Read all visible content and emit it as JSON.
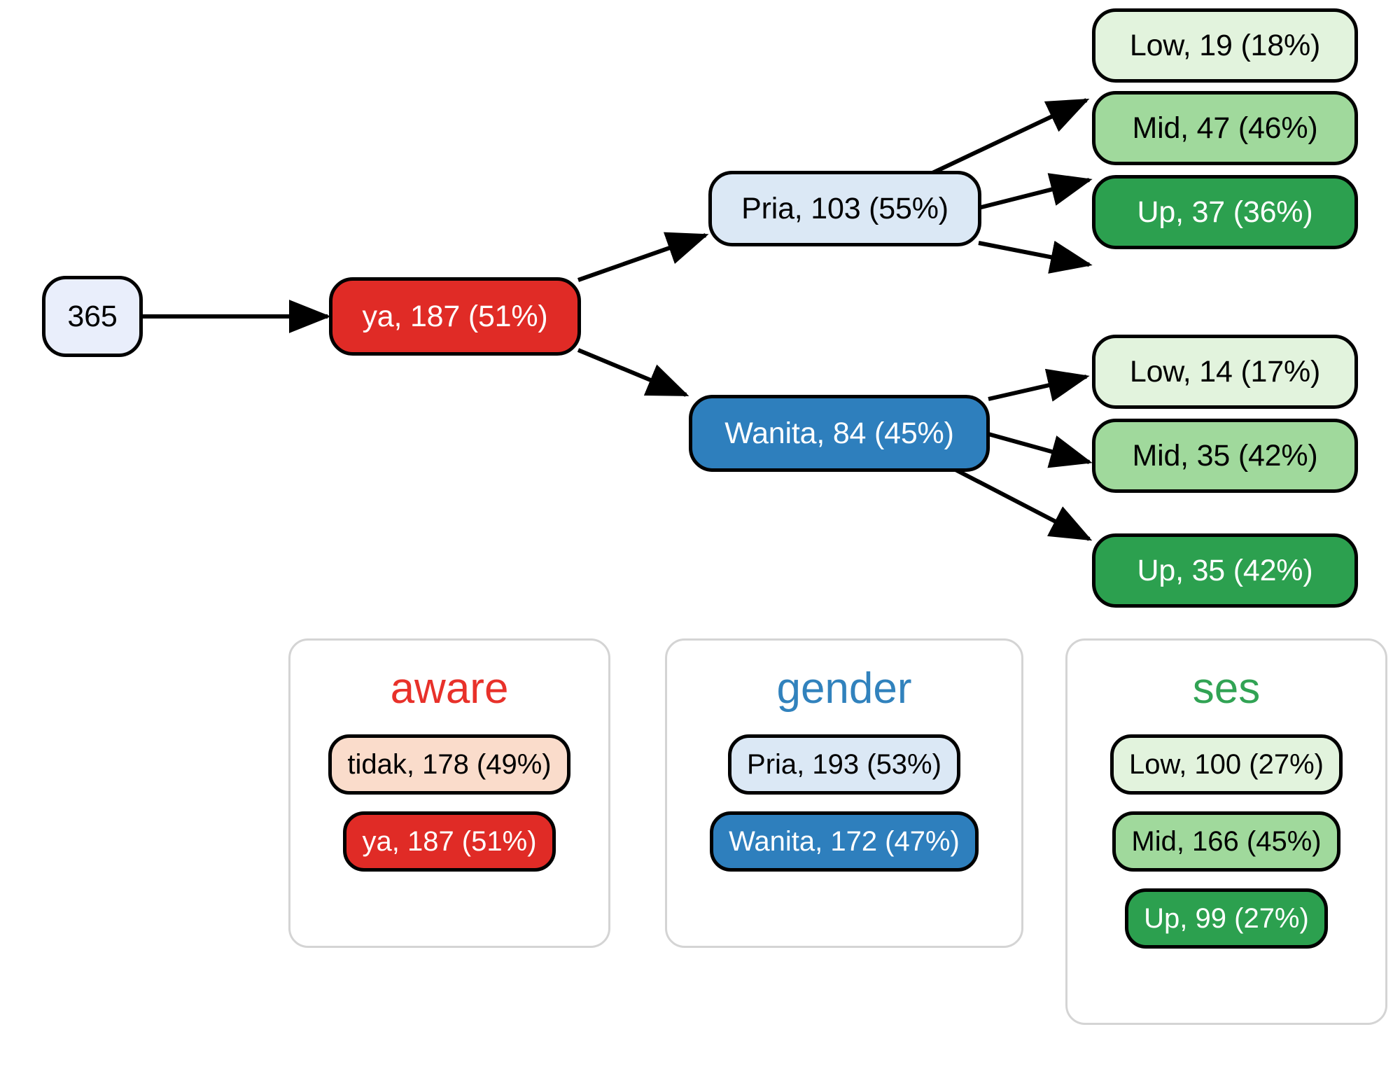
{
  "chart_data": {
    "type": "diagram",
    "title": "",
    "diagram_kind": "decision-tree-flow",
    "root": {
      "label": "365",
      "value": 365
    },
    "nodes": [
      {
        "id": "root",
        "label": "365",
        "level": 0,
        "value": 365
      },
      {
        "id": "ya",
        "label": "ya, 187 (51%)",
        "level": 1,
        "category": "aware",
        "value": 187,
        "pct": "51%"
      },
      {
        "id": "pria",
        "label": "Pria, 103 (55%)",
        "level": 2,
        "category": "gender",
        "value": 103,
        "pct": "55%"
      },
      {
        "id": "wanita",
        "label": "Wanita, 84 (45%)",
        "level": 2,
        "category": "gender",
        "value": 84,
        "pct": "45%"
      },
      {
        "id": "pria-low",
        "label": "Low, 19 (18%)",
        "level": 3,
        "category": "ses",
        "value": 19,
        "pct": "18%"
      },
      {
        "id": "pria-mid",
        "label": "Mid, 47 (46%)",
        "level": 3,
        "category": "ses",
        "value": 47,
        "pct": "46%"
      },
      {
        "id": "pria-up",
        "label": "Up, 37 (36%)",
        "level": 3,
        "category": "ses",
        "value": 37,
        "pct": "36%"
      },
      {
        "id": "wanita-low",
        "label": "Low, 14 (17%)",
        "level": 3,
        "category": "ses",
        "value": 14,
        "pct": "17%"
      },
      {
        "id": "wanita-mid",
        "label": "Mid, 35 (42%)",
        "level": 3,
        "category": "ses",
        "value": 35,
        "pct": "42%"
      },
      {
        "id": "wanita-up",
        "label": "Up, 35 (42%)",
        "level": 3,
        "category": "ses",
        "value": 35,
        "pct": "42%"
      }
    ],
    "edges": [
      {
        "from": "root",
        "to": "ya"
      },
      {
        "from": "ya",
        "to": "pria"
      },
      {
        "from": "ya",
        "to": "wanita"
      },
      {
        "from": "pria",
        "to": "pria-low"
      },
      {
        "from": "pria",
        "to": "pria-mid"
      },
      {
        "from": "pria",
        "to": "pria-up"
      },
      {
        "from": "wanita",
        "to": "wanita-low"
      },
      {
        "from": "wanita",
        "to": "wanita-mid"
      },
      {
        "from": "wanita",
        "to": "wanita-up"
      }
    ]
  },
  "tree": {
    "root_label": "365",
    "ya_label": "ya, 187 (51%)",
    "pria_label": "Pria, 103 (55%)",
    "wanita_label": "Wanita, 84 (45%)",
    "pria_low_label": "Low, 19 (18%)",
    "pria_mid_label": "Mid, 47 (46%)",
    "pria_up_label": "Up, 37 (36%)",
    "wanita_low_label": "Low, 14 (17%)",
    "wanita_mid_label": "Mid, 35 (42%)",
    "wanita_up_label": "Up, 35 (42%)"
  },
  "legends": [
    {
      "key": "aware",
      "title": "aware",
      "title_color": "#e8312a",
      "chips": [
        {
          "label": "tidak, 178 (49%)",
          "fill": "#fadccb",
          "text": "#000000"
        },
        {
          "label": "ya, 187 (51%)",
          "fill": "#e02b26",
          "text": "#ffffff"
        }
      ]
    },
    {
      "key": "gender",
      "title": "gender",
      "title_color": "#3182bd",
      "chips": [
        {
          "label": "Pria, 193 (53%)",
          "fill": "#dbe8f5",
          "text": "#000000"
        },
        {
          "label": "Wanita, 172 (47%)",
          "fill": "#2e7fbd",
          "text": "#ffffff"
        }
      ]
    },
    {
      "key": "ses",
      "title": "ses",
      "title_color": "#31a354",
      "chips": [
        {
          "label": "Low, 100 (27%)",
          "fill": "#e2f3dd",
          "text": "#000000"
        },
        {
          "label": "Mid, 166 (45%)",
          "fill": "#a0d99c",
          "text": "#000000"
        },
        {
          "label": "Up, 99 (27%)",
          "fill": "#2ca04f",
          "text": "#ffffff"
        }
      ]
    }
  ],
  "colors": {
    "root_fill": "#e9eefb",
    "aware_yes": "#e02b26",
    "aware_no": "#fadccb",
    "gender_pria": "#dbe8f5",
    "gender_wanita": "#2e7fbd",
    "ses_low": "#e2f3dd",
    "ses_mid": "#a0d99c",
    "ses_up": "#2ca04f",
    "node_border": "#000000",
    "edge": "#000000",
    "panel_border": "#d4d4d4",
    "background": "#ffffff"
  }
}
